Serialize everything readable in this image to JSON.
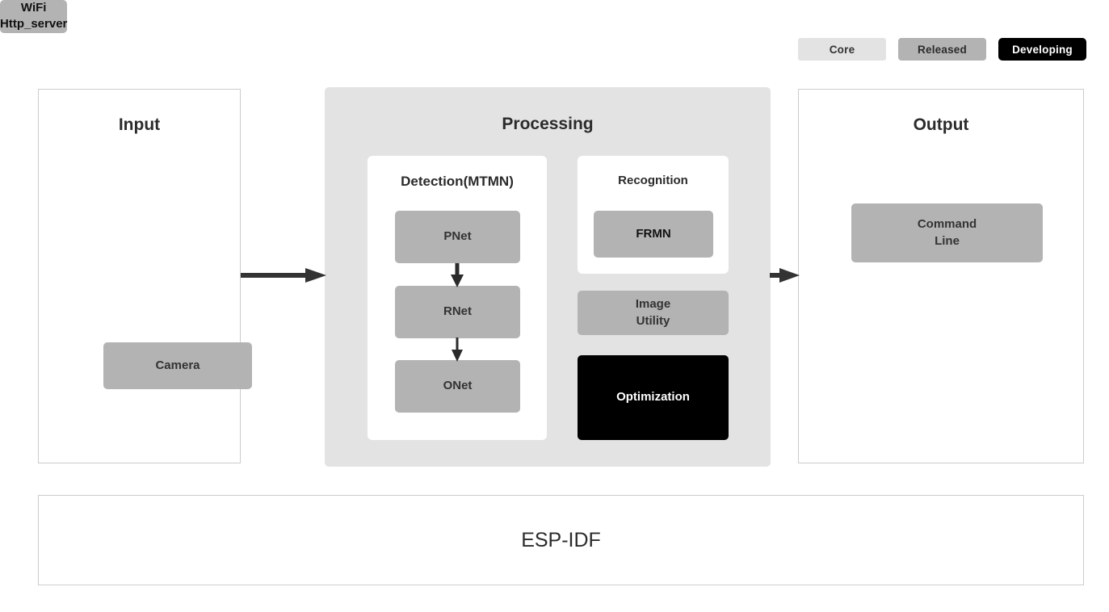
{
  "legend": {
    "items": [
      {
        "label": "Core",
        "style": "core"
      },
      {
        "label": "Released",
        "style": "released"
      },
      {
        "label": "Developing",
        "style": "developing"
      }
    ],
    "colors": {
      "core": "#e3e3e3",
      "released": "#b3b3b3",
      "developing": "#000000"
    }
  },
  "input": {
    "title": "Input",
    "nodes": [
      {
        "label": "Camera",
        "category": "Released"
      }
    ]
  },
  "processing": {
    "title": "Processing",
    "detection": {
      "title": "Detection(MTMN)",
      "nodes": [
        {
          "label": "PNet",
          "category": "Released"
        },
        {
          "label": "RNet",
          "category": "Released"
        },
        {
          "label": "ONet",
          "category": "Released"
        }
      ],
      "flow": "PNet -> RNet -> ONet"
    },
    "recognition": {
      "title": "Recognition",
      "nodes": [
        {
          "label": "FRMN",
          "category": "Released"
        }
      ]
    },
    "standalone_nodes": [
      {
        "label": "Image\nUtility",
        "category": "Released"
      },
      {
        "label": "Optimization",
        "category": "Developing"
      }
    ]
  },
  "output": {
    "title": "Output",
    "nodes": [
      {
        "label": "Command\nLine",
        "category": "Released"
      },
      {
        "label": "WiFi\nHttp_server",
        "category": "Released"
      }
    ]
  },
  "footer": {
    "label": "ESP-IDF"
  },
  "flow": {
    "input_to_processing": "arrow-right",
    "processing_to_output": "arrow-right"
  }
}
